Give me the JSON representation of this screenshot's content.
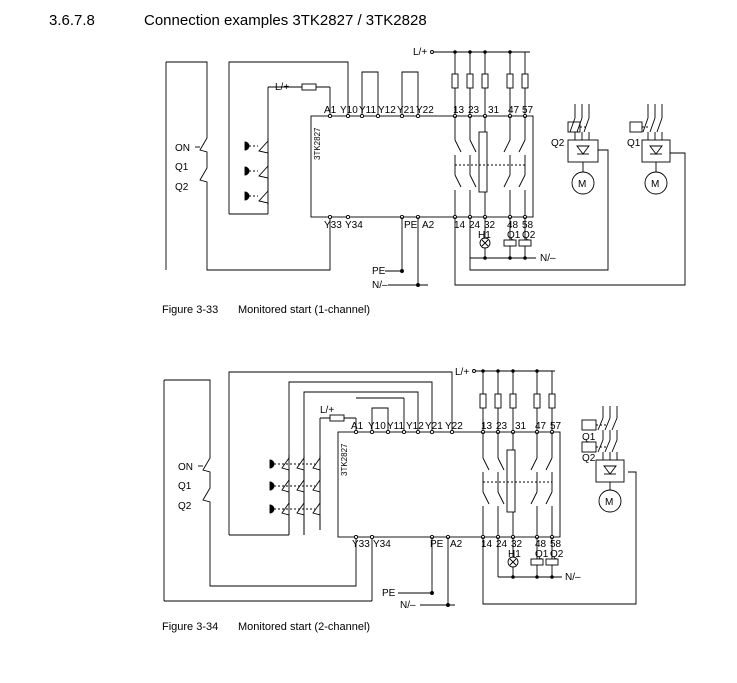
{
  "section": {
    "number": "3.6.7.8",
    "title": "Connection examples 3TK2827 / 3TK2828"
  },
  "figure1": {
    "caption_number": "Figure 3-33",
    "caption_text": "Monitored start (1-channel)",
    "lplus": "L/+",
    "lplus_small": "L/+",
    "device": "3TK2827",
    "on": "ON",
    "q1": "Q1",
    "q2": "Q2",
    "top_terms": [
      "A1",
      "Y10",
      "Y11",
      "Y12",
      "Y21",
      "Y22",
      "13",
      "23",
      "31",
      "47",
      "57"
    ],
    "bottom_terms": [
      "Y33",
      "Y34",
      "PE",
      "A2",
      "14",
      "24",
      "32",
      "48",
      "58"
    ],
    "h1": "H1",
    "q1b": "Q1",
    "q2b": "Q2",
    "pe": "PE",
    "n": "N/–",
    "n2": "N/–",
    "contactor_q2": "Q2",
    "contactor_q1": "Q1",
    "motor": "M"
  },
  "figure2": {
    "caption_number": "Figure 3-34",
    "caption_text": "Monitored start (2-channel)",
    "lplus": "L/+",
    "lplus_small": "L/+",
    "device": "3TK2827",
    "on": "ON",
    "q1": "Q1",
    "q2": "Q2",
    "top_terms": [
      "A1",
      "Y10",
      "Y11",
      "Y12",
      "Y21",
      "Y22",
      "13",
      "23",
      "31",
      "47",
      "57"
    ],
    "bottom_terms": [
      "Y33",
      "Y34",
      "PE",
      "A2",
      "14",
      "24",
      "32",
      "48",
      "58"
    ],
    "h1": "H1",
    "q1b": "Q1",
    "q2b": "Q2",
    "pe": "PE",
    "n": "N/–",
    "n2": "N/–",
    "contactor_q1": "Q1",
    "contactor_q2": "Q2",
    "motor": "M"
  }
}
